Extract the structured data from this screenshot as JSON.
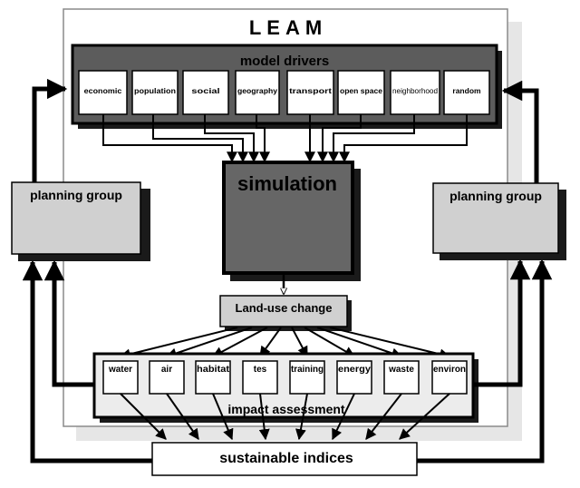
{
  "title": "LEAM",
  "model_drivers": {
    "label": "model drivers",
    "items": [
      "economic",
      "population",
      "social",
      "geography",
      "transport",
      "open space",
      "neighborhood",
      "random"
    ]
  },
  "simulation": {
    "label": "simulation"
  },
  "land_use_change": {
    "label": "Land-use change"
  },
  "planning_groups": {
    "left": "planning group",
    "right": "planning group"
  },
  "impact_assessment": {
    "label": "impact assessment",
    "items": [
      "water",
      "air",
      "habitat",
      "tes",
      "training",
      "energy",
      "waste",
      "environ"
    ]
  },
  "sustainable_indices": {
    "label": "sustainable indices"
  },
  "colors": {
    "drivers_panel": "#5c5c5c",
    "simulation_box": "#666666",
    "gray_box": "#d0d0d0",
    "light_panel": "#ececec",
    "shadow": "#1a1a1a",
    "frame_shadow": "#e6e6e6",
    "frame_border": "#8a8a8a"
  }
}
